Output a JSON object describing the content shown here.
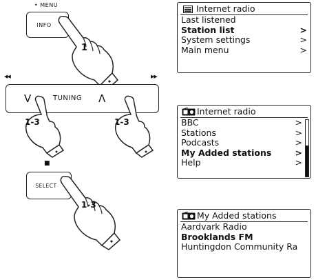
{
  "menu_label": "• MENU",
  "info_key": {
    "label": "INFO",
    "step": "1"
  },
  "skip_back_symbol": "◀◀",
  "skip_fwd_symbol": "▶▶",
  "tuning_key": {
    "down_symbol": "V",
    "label": "TUNING",
    "up_symbol": "Λ",
    "step_left": "1-3",
    "step_right": "1-3"
  },
  "stop_symbol": "■",
  "select_key": {
    "label": "SELECT",
    "step": "1-3"
  },
  "screen1": {
    "title": "Internet radio",
    "title_icon": "list-icon",
    "rows": [
      {
        "label": "Last listened",
        "arrow": ""
      },
      {
        "label": "Station list",
        "arrow": ">",
        "selected": true
      },
      {
        "label": "System settings",
        "arrow": ">"
      },
      {
        "label": "Main menu",
        "arrow": ">"
      }
    ]
  },
  "screen2": {
    "title": "Internet radio",
    "title_icon": "radio-icon",
    "scroll_position": 0.55,
    "rows": [
      {
        "label": "BBC",
        "arrow": ">"
      },
      {
        "label": "Stations",
        "arrow": ">"
      },
      {
        "label": "Podcasts",
        "arrow": ">"
      },
      {
        "label": "My Added stations",
        "arrow": ">",
        "selected": true
      },
      {
        "label": "Help",
        "arrow": ">"
      }
    ]
  },
  "screen3": {
    "title": "My Added stations",
    "title_icon": "radio-icon",
    "rows": [
      {
        "label": "Aardvark Radio",
        "arrow": ""
      },
      {
        "label": "Brooklands FM",
        "arrow": "",
        "selected": true
      },
      {
        "label": "Huntingdon Community Ra",
        "arrow": ""
      }
    ]
  }
}
